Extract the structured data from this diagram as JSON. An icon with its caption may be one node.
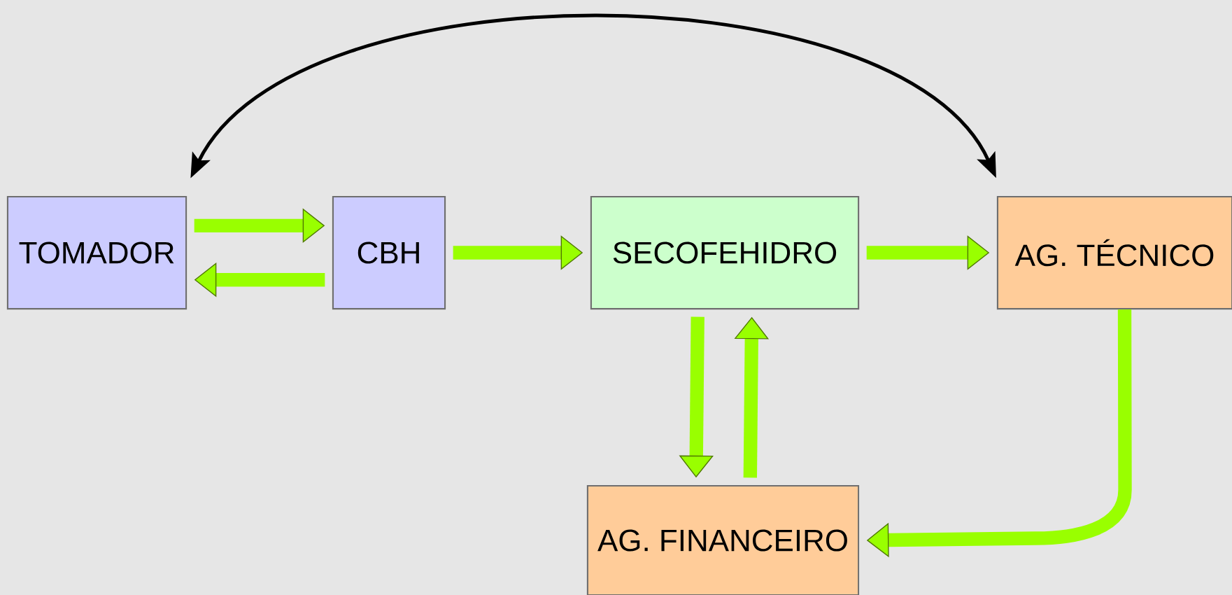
{
  "diagram": {
    "nodes": [
      {
        "text": [
          "TOMADOR"
        ]
      },
      {
        "text": [
          "CBH"
        ]
      },
      {
        "text": [
          "SECOFEHIDRO"
        ]
      },
      {
        "text": [
          "AG. TÉCNICO"
        ]
      },
      {
        "text": [
          "AG. FINANCEIRO"
        ]
      }
    ],
    "edges": [
      {
        "from": 0,
        "to": 1,
        "arrow": "to"
      },
      {
        "from": 1,
        "to": 0,
        "arrow": "to"
      },
      {
        "from": 1,
        "to": 2,
        "arrow": "to"
      },
      {
        "from": 2,
        "to": 3,
        "arrow": "to"
      },
      {
        "from": 2,
        "to": 4,
        "arrow": "to"
      },
      {
        "from": 4,
        "to": 2,
        "arrow": "to"
      },
      {
        "from": 3,
        "to": 4,
        "arrow": "to"
      },
      {
        "from": 0,
        "to": 3,
        "arrow": "both",
        "color": "#000000"
      }
    ]
  }
}
